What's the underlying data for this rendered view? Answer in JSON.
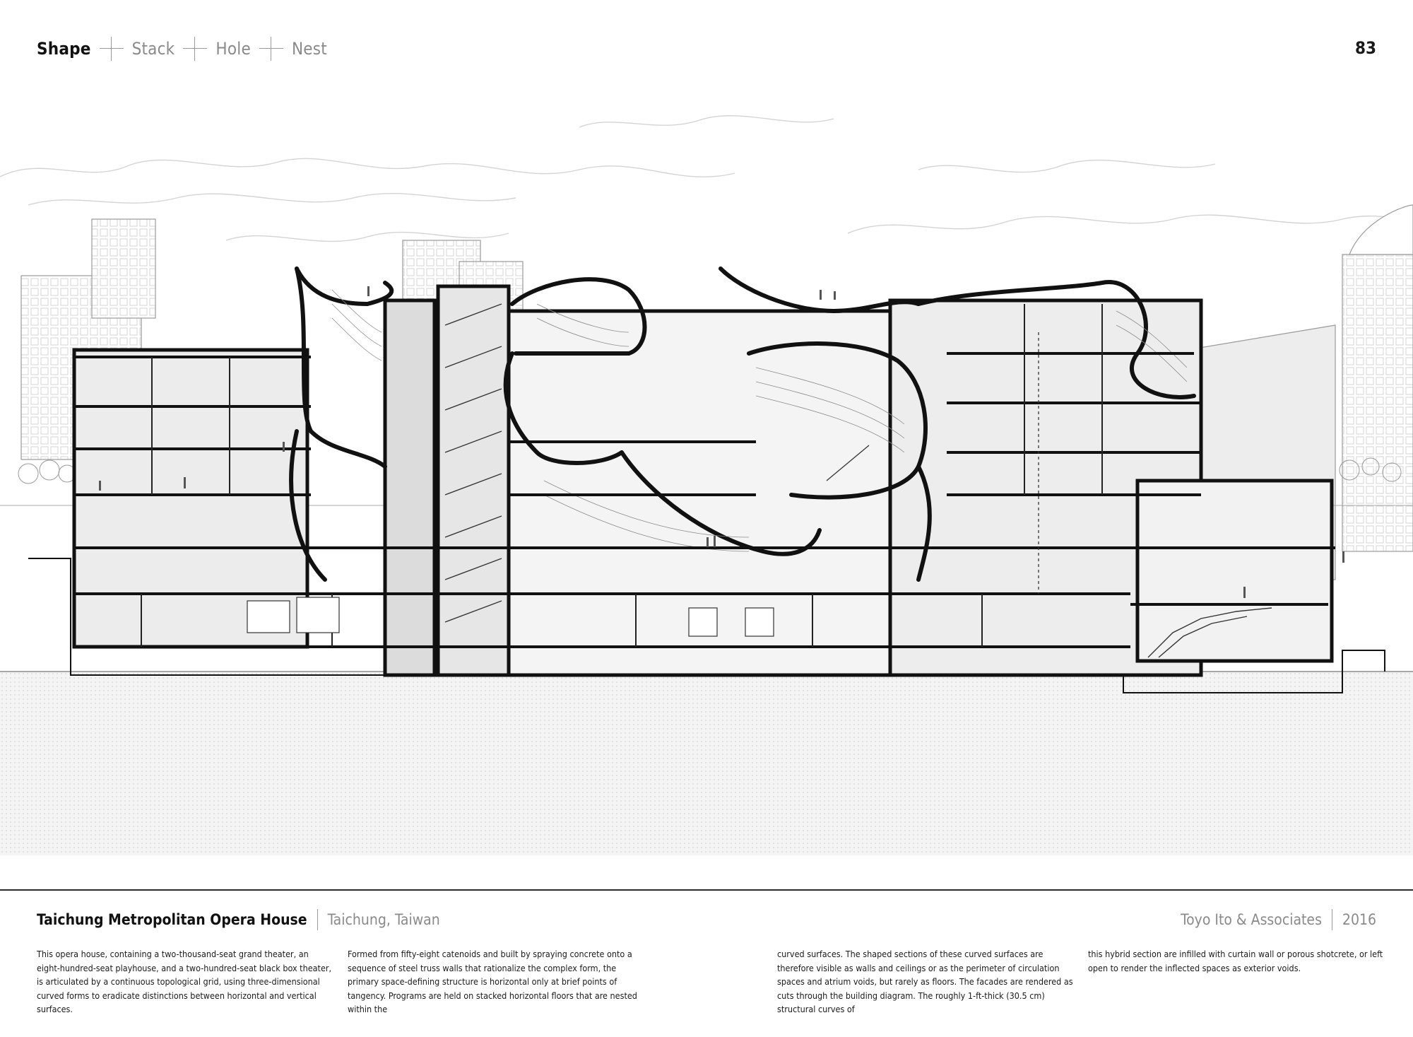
{
  "nav": {
    "items": [
      "Shape",
      "Stack",
      "Hole",
      "Nest"
    ],
    "active": "Shape"
  },
  "page_number": "83",
  "caption": {
    "title": "Taichung Metropolitan Opera House",
    "location": "Taichung, Taiwan",
    "architect": "Toyo Ito & Associates",
    "year": "2016"
  },
  "body": {
    "col1": "This opera house, containing a two-thousand-seat grand theater, an eight-hundred-seat playhouse, and a two-hundred-seat black box theater, is articulated by a continuous topological grid, using three-dimensional curved forms to eradicate distinctions between horizontal and vertical surfaces.",
    "col2": "Formed from fifty-eight catenoids and built by spraying concrete onto a sequence of steel truss walls that rationalize the complex form, the primary space-defining structure is horizontal only at brief points of tangency. Programs are held on stacked horizontal floors that are nested within the",
    "col3": "curved surfaces. The shaped sections of these curved surfaces are therefore visible as walls and ceilings or as the perimeter of circulation spaces and atrium voids, but rarely as floors. The facades are rendered as cuts through the building diagram. The roughly 1-ft-thick (30.5 cm) structural curves of",
    "col4": "this hybrid section are infilled with curtain wall or porous shotcrete, or left open to render the inflected spaces as exterior voids."
  }
}
